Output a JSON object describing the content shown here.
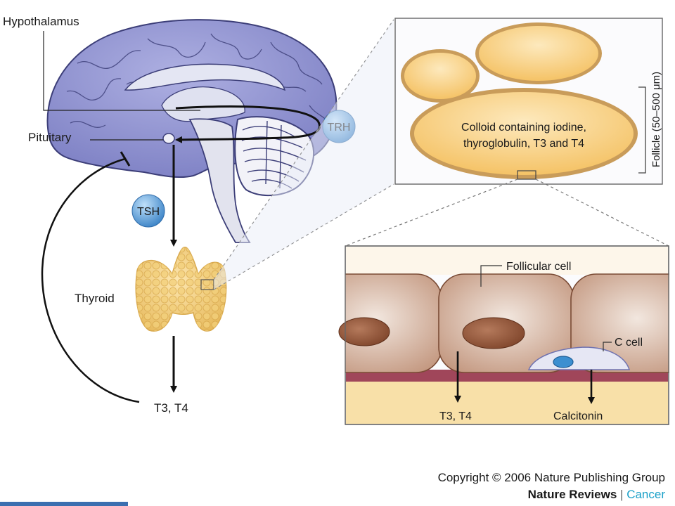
{
  "labels": {
    "hypothalamus": "Hypothalamus",
    "pituitary": "Pituitary",
    "thyroid": "Thyroid",
    "t3t4_left": "T3, T4",
    "trh": "TRH",
    "tsh": "TSH",
    "colloid_line1": "Colloid containing iodine,",
    "colloid_line2": "thyroglobulin, T3 and T4",
    "follicle_size": "Follicle (50–500 μm)",
    "follicular_cell": "Follicular cell",
    "c_cell": "C cell",
    "t3t4_right": "T3, T4",
    "calcitonin": "Calcitonin"
  },
  "footer": {
    "copyright": "Copyright © 2006 Nature Publishing Group",
    "journal_name": "Nature Reviews",
    "journal_sep": "|",
    "journal_section": "Cancer"
  },
  "colors": {
    "brain": "#8c8fcf",
    "hormone_badge": "#5a9bd8",
    "colloid": "#f7cf7c",
    "cell": "#c79f85",
    "nucleus": "#8a5038",
    "membrane": "#a0465a"
  }
}
